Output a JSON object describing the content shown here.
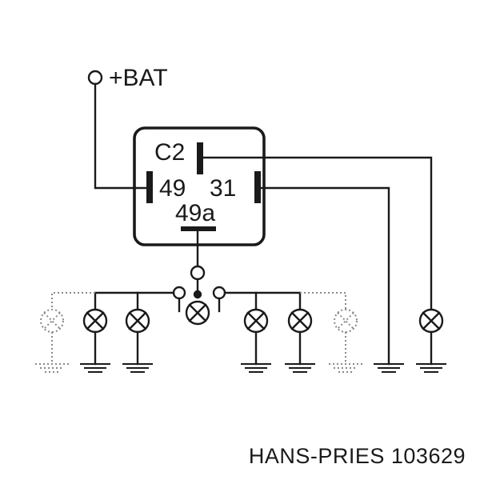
{
  "diagram": {
    "supply_label": "+BAT",
    "relay": {
      "pins": {
        "c2": "C2",
        "p49": "49",
        "p31": "31",
        "p49a": "49a"
      }
    }
  },
  "footer": {
    "brand_part": "HANS-PRIES 103629"
  },
  "colors": {
    "line": "#1a1a1a",
    "optional_line": "#8a8a8a"
  }
}
